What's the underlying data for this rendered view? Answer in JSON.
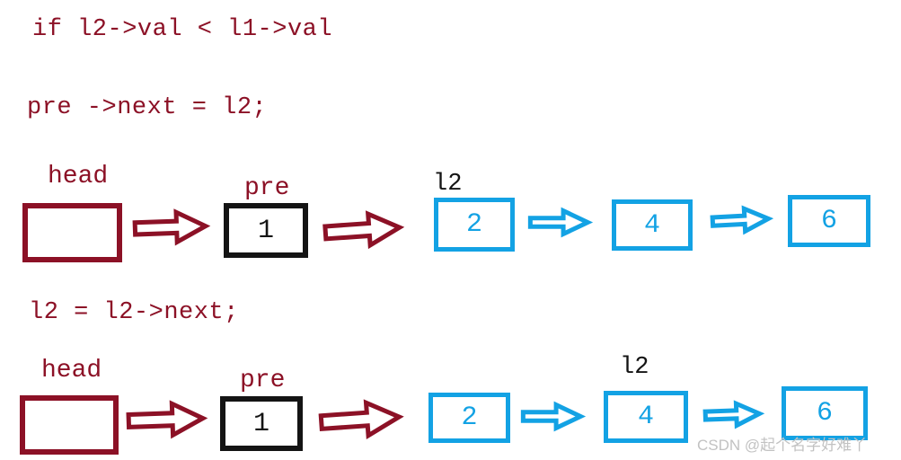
{
  "page_bg": "#ffffff",
  "colors": {
    "maroon": "#8C1126",
    "cyan": "#13A2E4",
    "ink": "#141414",
    "watermark_gray": "#C2C2C2",
    "page_bg": "#ffffff"
  },
  "code": {
    "line1": "if l2->val < l1->val",
    "line2": "pre ->next = l2;",
    "line3": "l2 = l2->next;"
  },
  "step1": {
    "head_label": "head",
    "pre_label": "pre",
    "pre_node_value": "1",
    "l2_pointer_label": "l2",
    "list_nodes": [
      "2",
      "4",
      "6"
    ]
  },
  "step2": {
    "head_label": "head",
    "pre_label": "pre",
    "pre_node_value": "1",
    "l2_pointer_label": "l2",
    "list_nodes": [
      "2",
      "4",
      "6"
    ]
  },
  "watermark": "CSDN @起个名字好难丫",
  "icons": {
    "pointer_arrow": "right-block-arrow",
    "next_arrow": "right-block-arrow"
  }
}
